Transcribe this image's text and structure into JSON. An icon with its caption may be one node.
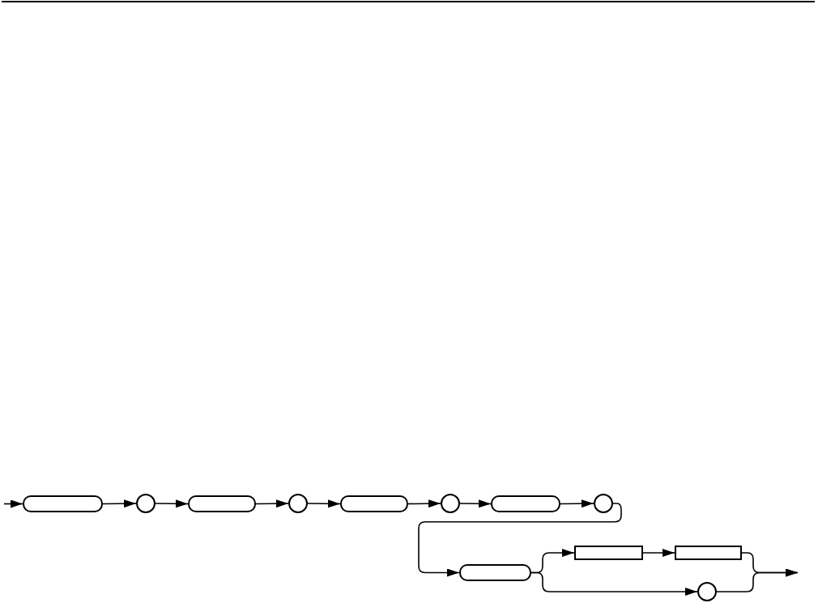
{
  "diagram": {
    "nodes": [
      {
        "text": [],
        "shape": "capsule"
      },
      {
        "text": [],
        "shape": "circle"
      },
      {
        "text": [],
        "shape": "capsule"
      },
      {
        "text": [],
        "shape": "circle"
      },
      {
        "text": [],
        "shape": "capsule"
      },
      {
        "text": [],
        "shape": "circle"
      },
      {
        "text": [],
        "shape": "capsule"
      },
      {
        "text": [],
        "shape": "circle"
      },
      {
        "text": [],
        "shape": "capsule"
      },
      {
        "text": [],
        "shape": "box"
      },
      {
        "text": [],
        "shape": "box"
      },
      {
        "text": [],
        "shape": "circle"
      }
    ],
    "edges": [
      {
        "from": null,
        "to": 0,
        "arrow": "to"
      },
      {
        "from": 0,
        "to": 1,
        "arrow": "to"
      },
      {
        "from": 1,
        "to": 2,
        "arrow": "to"
      },
      {
        "from": 2,
        "to": 3,
        "arrow": "to"
      },
      {
        "from": 3,
        "to": 4,
        "arrow": "to"
      },
      {
        "from": 4,
        "to": 5,
        "arrow": "to"
      },
      {
        "from": 5,
        "to": 6,
        "arrow": "to"
      },
      {
        "from": 6,
        "to": 7,
        "arrow": "to"
      },
      {
        "from": 7,
        "to": 8,
        "arrow": "to"
      },
      {
        "from": 8,
        "to": 9,
        "arrow": "to"
      },
      {
        "from": 9,
        "to": 10,
        "arrow": "to"
      },
      {
        "from": 8,
        "to": 11,
        "arrow": "to"
      },
      {
        "from": 10,
        "to": null,
        "arrow": "to"
      },
      {
        "from": 11,
        "to": null,
        "arrow": "to"
      }
    ]
  }
}
